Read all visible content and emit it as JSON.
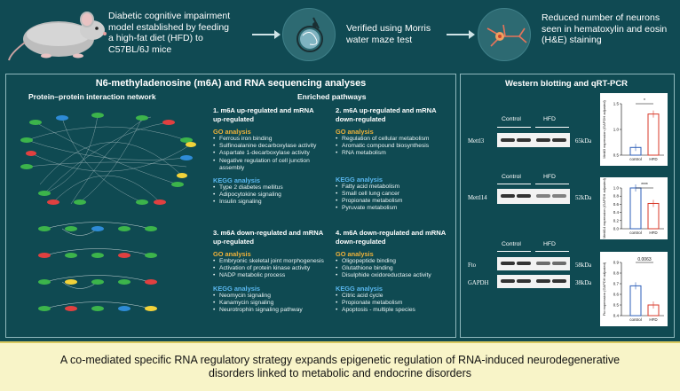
{
  "top": {
    "step1": [
      "Diabetic cognitive impairment",
      "model established by feeding",
      "a high-fat diet (HFD) to",
      "C57BL/6J mice"
    ],
    "step2": [
      "Verified using Morris",
      "water maze test"
    ],
    "step3": [
      "Reduced number of neurons",
      "seen in hematoxylin and eosin",
      "(H&E) staining"
    ]
  },
  "left_panel": {
    "title": "N6-methyladenosine (m6A) and RNA sequencing analyses",
    "ppi_title": "Protein–protein interaction network",
    "pathways_title": "Enriched pathways",
    "sections": [
      {
        "heading": [
          "1.  m6A up-regulated and mRNA",
          "up-regulated"
        ],
        "go_label": "GO analysis",
        "go": [
          "Ferrous iron binding",
          "Sulfinoalanine decarboxylase activity",
          "Aspartate 1-decarboxylase activity",
          "Negative regulation of cell junction assembly"
        ],
        "kegg_label": "KEGG analysis",
        "kegg": [
          "Type 2 diabetes mellitus",
          "Adipocytokine signaling",
          "Insulin signaling"
        ]
      },
      {
        "heading": [
          "2.  m6A up-regulated and mRNA",
          "down-regulated"
        ],
        "go_label": "GO analysis",
        "go": [
          "Regulation of cellular metabolism",
          "Aromatic compound biosynthesis",
          "RNA metabolism"
        ],
        "kegg_label": "KEGG analysis",
        "kegg": [
          "Fatty acid metabolism",
          "Small cell lung cancer",
          "Propionate metabolism",
          "Pyruvate metabolism"
        ]
      },
      {
        "heading": [
          "3.  m6A down-regulated and mRNA",
          "up-regulated"
        ],
        "go_label": "GO analysis",
        "go": [
          "Embryonic skeletal joint morphogenesis",
          "Activation of protein kinase activity",
          "NADP metabolic process"
        ],
        "kegg_label": "KEGG analysis",
        "kegg": [
          "Neomycin signaling",
          "Kanamycin signaling",
          "Neurotrophin signaling pathway"
        ]
      },
      {
        "heading": [
          "4.  m6A down-regulated and mRNA",
          "down-regulated"
        ],
        "go_label": "GO analysis",
        "go": [
          "Oligopeptide binding",
          "Glutathione binding",
          "Disulphide oxidoreductase activity"
        ],
        "kegg_label": "KEGG analysis",
        "kegg": [
          "Citric acid cycle",
          "Propionate metabolism",
          "Apoptosis - multiple species"
        ]
      }
    ]
  },
  "right_panel": {
    "title": "Western blotting and qRT-PCR",
    "groups": [
      "Control",
      "HFD"
    ],
    "blots": [
      {
        "protein": "Mettl3",
        "kda": "65kDa"
      },
      {
        "protein": "Mettl14",
        "kda": "52kDa"
      },
      {
        "protein": "Fto",
        "kda": "58kDa"
      },
      {
        "protein": "GAPDH",
        "kda": "38kDa"
      }
    ],
    "charts": [
      {
        "ylabel": "Mettl3 expression (GAPDH adjusted)",
        "sig": "*",
        "ticks": [
          "0.5",
          "1.0",
          "1.5"
        ],
        "x": [
          "control",
          "HFD"
        ],
        "values": [
          0.65,
          1.3
        ]
      },
      {
        "ylabel": "Mettl14 expression (GAPDH adjusted)",
        "sig": "****",
        "ticks": [
          "0.0",
          "0.2",
          "0.4",
          "0.6",
          "0.8",
          "1.0"
        ],
        "x": [
          "control",
          "HFD"
        ],
        "values": [
          1.0,
          0.62
        ]
      },
      {
        "ylabel": "Fto expression (GAPDH adjusted)",
        "sig": "0.0063",
        "ticks": [
          "0.4",
          "0.5",
          "0.6",
          "0.7",
          "0.8",
          "0.9"
        ],
        "x": [
          "control",
          "HFD"
        ],
        "values": [
          0.68,
          0.5
        ]
      }
    ]
  },
  "conclusion": "A co-mediated specific RNA regulatory strategy expands epigenetic regulation of RNA-induced neurodegenerative disorders linked to metabolic and endocrine disorders",
  "colors": {
    "background": "#0f4a52",
    "go": "#f0b23a",
    "kegg": "#5ab8f0",
    "banner": "#f8f4c8"
  }
}
